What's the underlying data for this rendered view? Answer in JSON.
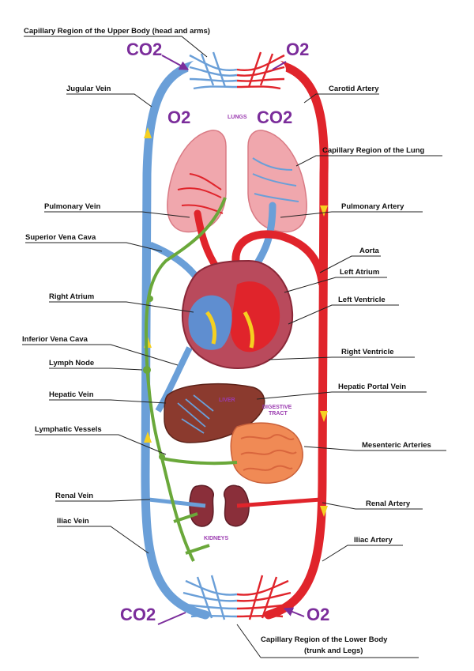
{
  "labels": {
    "capillary_upper": "Capillary Region of the Upper Body (head and arms)",
    "jugular_vein": "Jugular Vein",
    "carotid_artery": "Carotid Artery",
    "capillary_lung": "Capillary Region of the Lung",
    "pulmonary_vein": "Pulmonary Vein",
    "pulmonary_artery": "Pulmonary Artery",
    "superior_vena_cava": "Superior Vena Cava",
    "aorta": "Aorta",
    "left_atrium": "Left Atrium",
    "right_atrium": "Right Atrium",
    "left_ventricle": "Left Ventricle",
    "inferior_vena_cava": "Inferior Vena Cava",
    "right_ventricle": "Right Ventricle",
    "lymph_node": "Lymph Node",
    "hepatic_vein": "Hepatic Vein",
    "hepatic_portal_vein": "Hepatic Portal Vein",
    "lymphatic_vessels": "Lymphatic Vessels",
    "mesenteric_arteries": "Mesenteric Arteries",
    "renal_vein": "Renal Vein",
    "renal_artery": "Renal Artery",
    "iliac_vein": "Iliac Vein",
    "iliac_artery": "Iliac Artery",
    "capillary_lower_1": "Capillary Region of the Lower Body",
    "capillary_lower_2": "(trunk and Legs)"
  },
  "gases": {
    "co2_top_left": "CO2",
    "o2_top_right": "O2",
    "o2_lung_left": "O2",
    "co2_lung_right": "CO2",
    "co2_bottom_left": "CO2",
    "o2_bottom_right": "O2"
  },
  "organs": {
    "lungs": "LUNGS",
    "liver": "LIVER",
    "digestive_tract_1": "DIGESTIVE",
    "digestive_tract_2": "TRACT",
    "kidneys": "KIDNEYS"
  },
  "colors": {
    "vein_blue": "#6a9fd8",
    "artery_red": "#e0242b",
    "lymph_green": "#6aa83a",
    "flow_yellow": "#f5d020",
    "gas_purple": "#7b2d9b",
    "lung_pink": "#f0a7ad",
    "heart_red": "#c9303a",
    "liver_brown": "#8b3a2e",
    "intestine_orange": "#f08a55",
    "kidney_maroon": "#8a2f3a"
  }
}
